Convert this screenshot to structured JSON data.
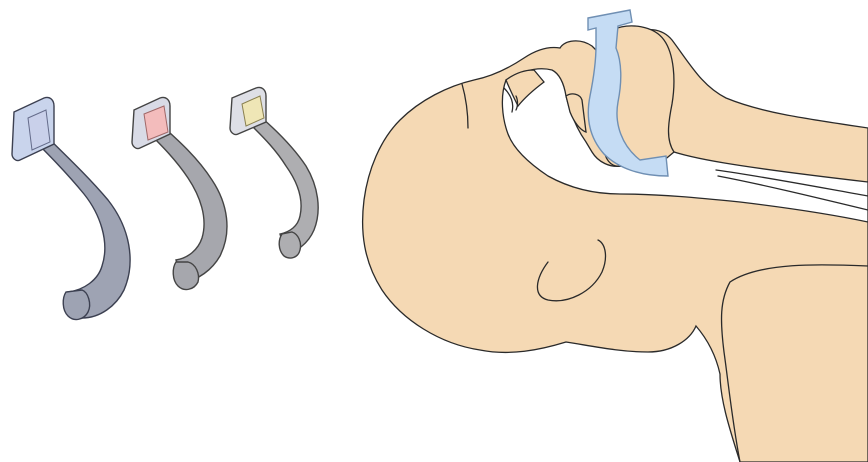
{
  "colors": {
    "background": "#ffffff",
    "outline": "#2a2a2a",
    "skin": "#f5d9b4",
    "airway_device": "#c5dcf4",
    "airway_device_outline": "#6f8fb3",
    "airway_large_tube": "#9ea3b3",
    "airway_large_flange": "#c9d4ec",
    "airway_large_bite_block": "#c9d0ea",
    "airway_medium_tube": "#a6a7ad",
    "airway_medium_bite_block": "#f3bcbc",
    "airway_small_tube": "#aeaeb1",
    "airway_small_bite_block": "#efe6b6"
  },
  "illustration": {
    "devices": [
      {
        "name": "large-oropharyngeal-airway",
        "bite_block_color": "#c9d0ea",
        "tube_color": "#9ea3b3"
      },
      {
        "name": "medium-oropharyngeal-airway",
        "bite_block_color": "#f3bcbc",
        "tube_color": "#a6a7ad"
      },
      {
        "name": "small-oropharyngeal-airway",
        "bite_block_color": "#efe6b6",
        "tube_color": "#aeaeb1"
      }
    ],
    "patient": {
      "position": "supine",
      "view": "sagittal-cross-section",
      "inserted_device": "oropharyngeal-airway"
    }
  }
}
